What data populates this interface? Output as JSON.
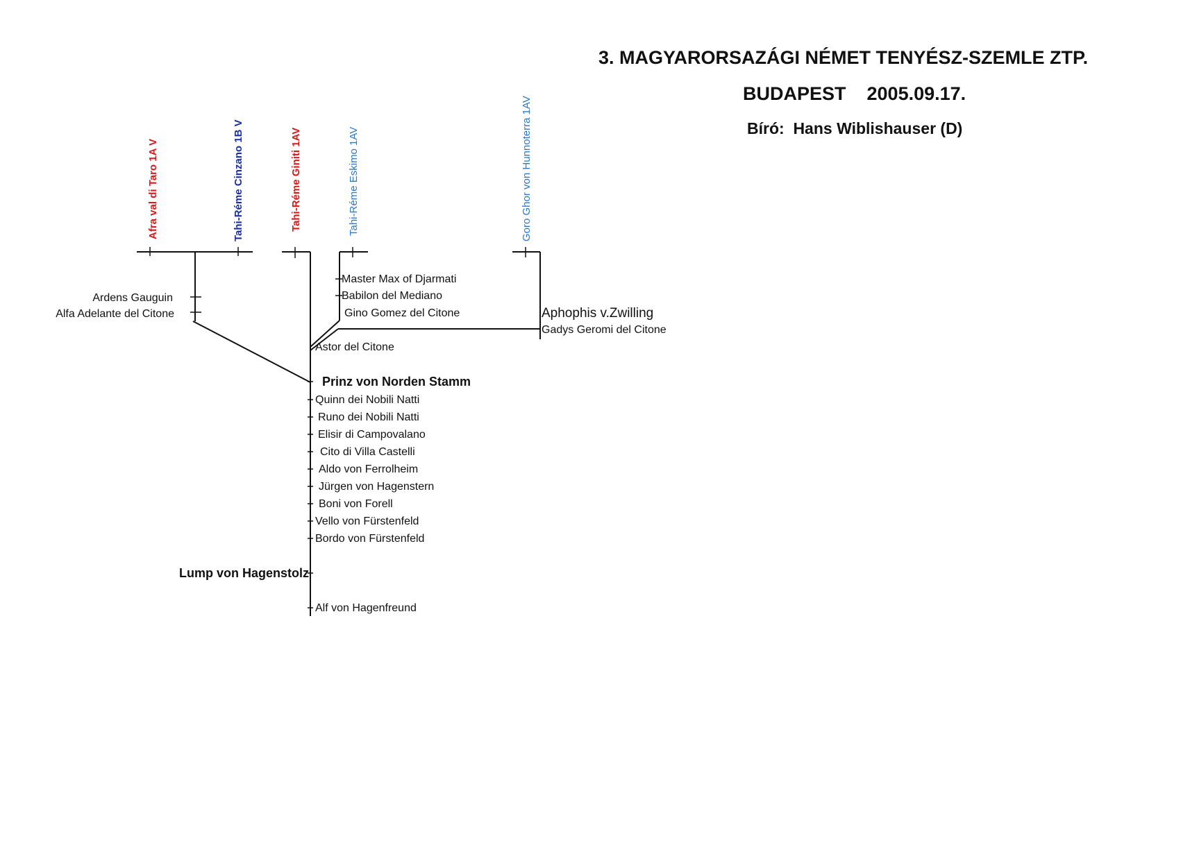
{
  "header": {
    "title": "3. MAGYARORSAZÁGI NÉMET TENYÉSZ-SZEMLE ZTP.",
    "place_date": "BUDAPEST    2005.09.17.",
    "judge": "Bíró:  Hans Wiblishauser (D)"
  },
  "colors": {
    "red": "#d91a1a",
    "dark_blue": "#1a2fa0",
    "light_blue": "#2b78c9",
    "line": "#111111"
  },
  "offspring": [
    {
      "name": "Afra val di Taro 1A V",
      "color": "red"
    },
    {
      "name": "Tahi-Réme Cinzano 1B V",
      "color": "dark_blue"
    },
    {
      "name": "Tahi-Réme Giniti 1AV",
      "color": "red"
    },
    {
      "name": "Tahi-Réme Eskimo 1AV",
      "color": "light_blue"
    },
    {
      "name": "Goro Ghor von Hunnoterra 1AV",
      "color": "light_blue"
    }
  ],
  "ancestors": {
    "left_branch": [
      "Ardens Gauguin",
      "Alfa Adelante del Citone"
    ],
    "eskimo_branch": [
      "Master Max of Djarmati",
      "Babilon del Mediano",
      "Gino Gomez del Citone"
    ],
    "goro_branch": [
      "Aphophis v.Zwilling",
      "Gadys Geromi del Citone"
    ],
    "junction": "Astor del Citone",
    "main_trunk_bold": "Prinz von Norden Stamm",
    "main_trunk": [
      "Quinn dei Nobili Natti",
      "Runo dei Nobili Natti",
      "Elisir di Campovalano",
      "Cito di Villa Castelli",
      "Aldo von Ferrolheim",
      "Jürgen von Hagenstern",
      "Boni von Forell",
      "Vello von Fürstenfeld",
      "Bordo von Fürstenfeld"
    ],
    "root_bold": "Lump von Hagenstolz",
    "last": "Alf von Hagenfreund"
  }
}
